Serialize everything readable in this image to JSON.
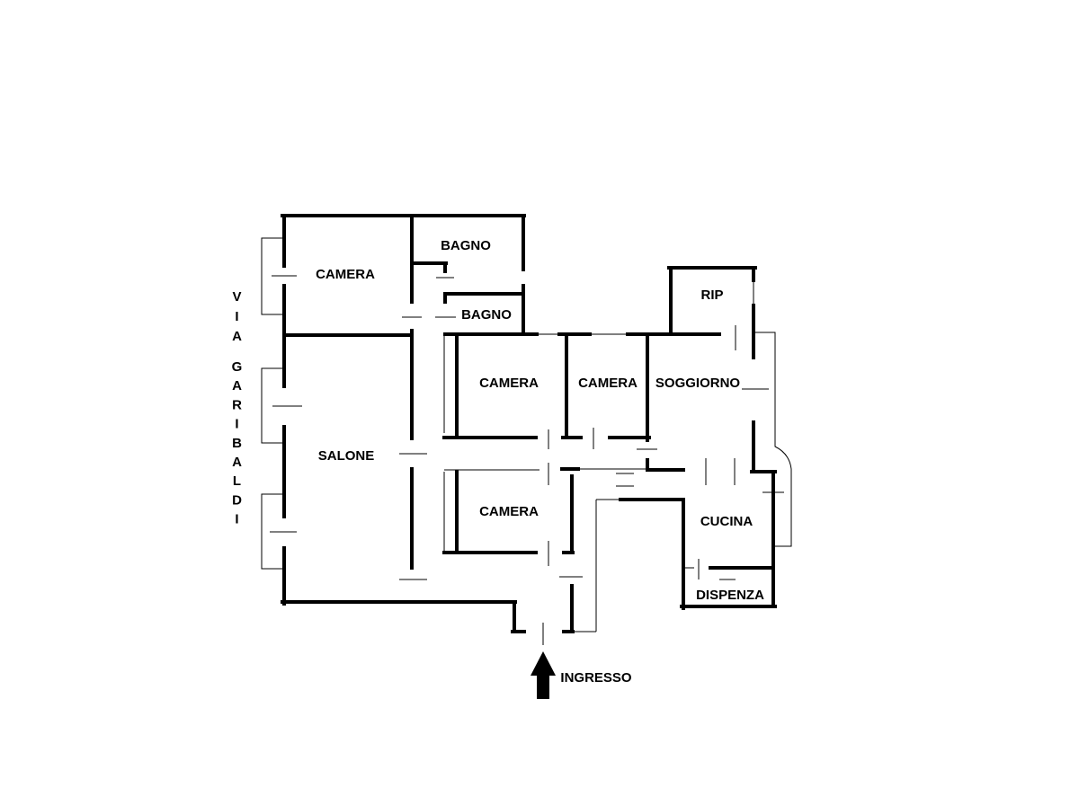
{
  "street": {
    "word1": "VIA",
    "word2": "GARIBALDI"
  },
  "rooms": {
    "camera_top_left": "CAMERA",
    "bagno_top": "BAGNO",
    "bagno_small": "BAGNO",
    "camera_center_upper": "CAMERA",
    "camera_center_right": "CAMERA",
    "soggiorno": "SOGGIORNO",
    "rip": "RIP",
    "salone": "SALONE",
    "camera_center_lower": "CAMERA",
    "cucina": "CUCINA",
    "dispenza": "DISPENZA"
  },
  "entrance": {
    "label": "INGRESSO",
    "icon": "arrow-up-icon"
  },
  "colors": {
    "wall": "#000000",
    "background": "#ffffff"
  }
}
